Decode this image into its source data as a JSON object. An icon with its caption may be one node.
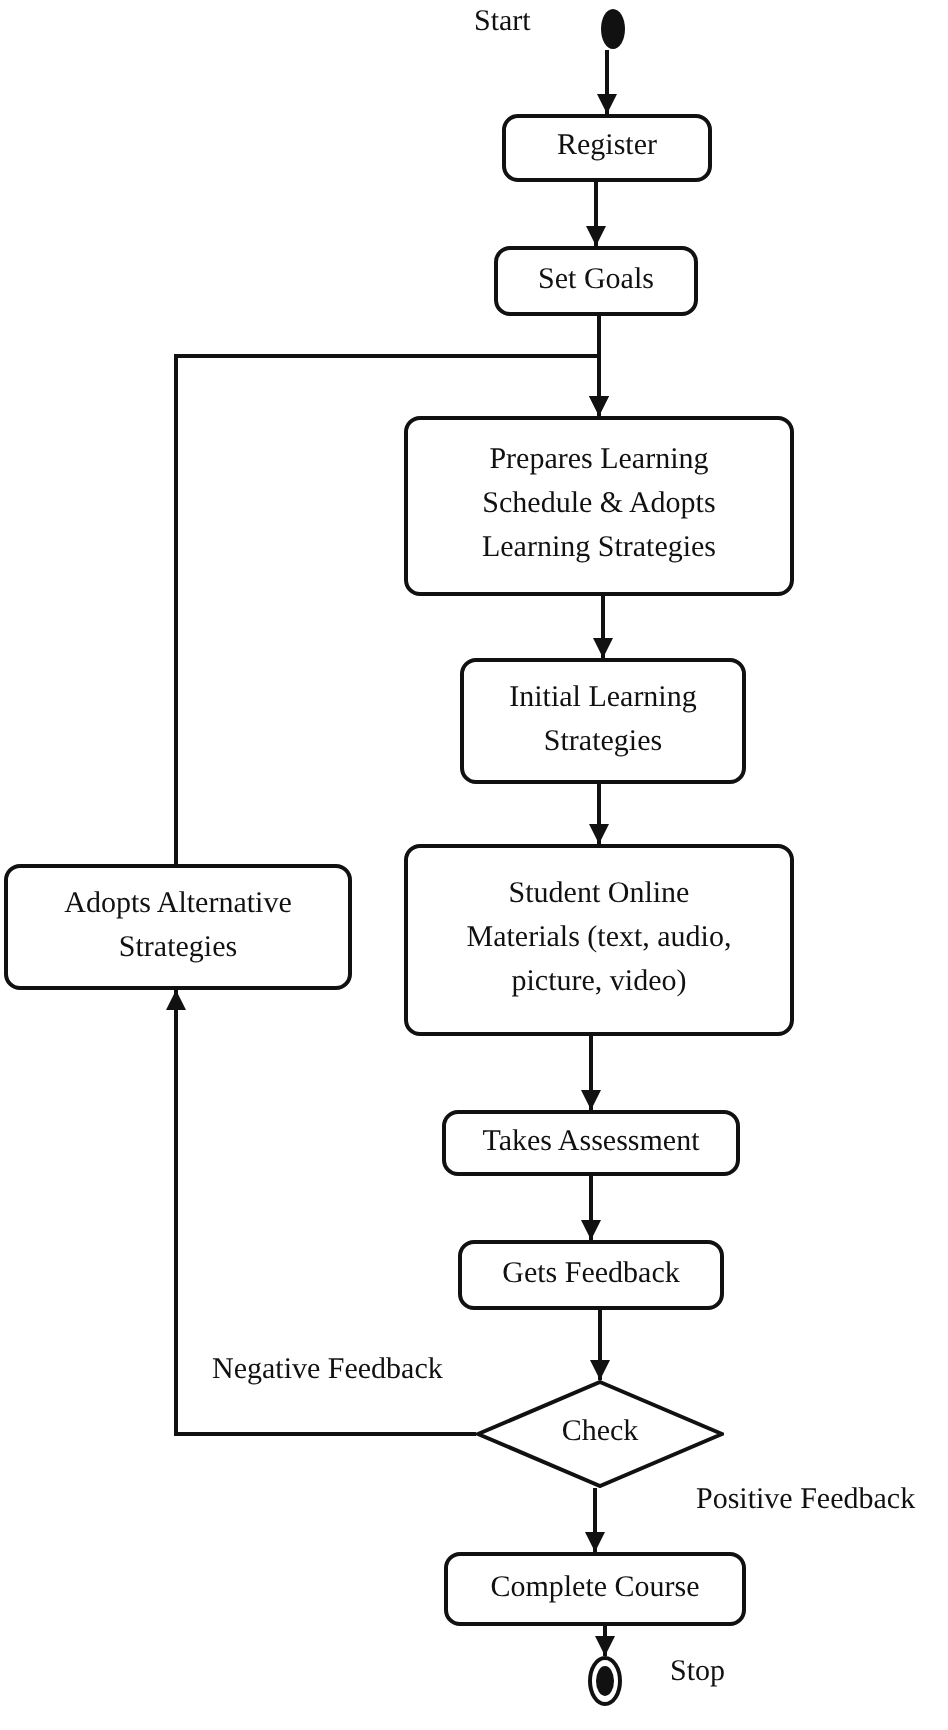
{
  "diagram": {
    "nodes": [
      {
        "text": [],
        "shape": "circle",
        "beside": [
          "Start"
        ]
      },
      {
        "text": [
          "Register"
        ]
      },
      {
        "text": [
          "Set Goals"
        ]
      },
      {
        "text": [
          "Prepares Learning Schedule & Adopts Learning Strategies"
        ]
      },
      {
        "text": [
          "Initial Learning Strategies"
        ]
      },
      {
        "text": [
          "Adopts Alternative Strategies"
        ]
      },
      {
        "text": [
          "Student Online Materials (text, audio, picture, video)"
        ]
      },
      {
        "text": [
          "Takes Assessment"
        ]
      },
      {
        "text": [
          "Gets Feedback"
        ]
      },
      {
        "text": [
          "Check"
        ]
      },
      {
        "text": [
          "Complete Course"
        ]
      },
      {
        "text": [],
        "shape": "circle",
        "beside": [
          "Stop"
        ]
      }
    ],
    "edges": [
      {
        "from": 0,
        "to": 1,
        "arrow": "to"
      },
      {
        "from": 1,
        "to": 2,
        "arrow": "to"
      },
      {
        "from": 2,
        "to": 3,
        "arrow": "to"
      },
      {
        "from": 3,
        "to": 4,
        "arrow": "to"
      },
      {
        "from": 4,
        "to": 6,
        "arrow": "to"
      },
      {
        "from": 6,
        "to": 7,
        "arrow": "to"
      },
      {
        "from": 7,
        "to": 8,
        "arrow": "to"
      },
      {
        "from": 8,
        "to": 9,
        "arrow": "to"
      },
      {
        "from": 9,
        "to": 10,
        "label": "Positive Feedback",
        "arrow": "to"
      },
      {
        "from": 10,
        "to": 11,
        "arrow": "to"
      },
      {
        "from": 9,
        "to": 5,
        "label": "Negative Feedback",
        "arrow": "to"
      },
      {
        "from": 5,
        "to": 3,
        "arrow": "to"
      }
    ]
  }
}
